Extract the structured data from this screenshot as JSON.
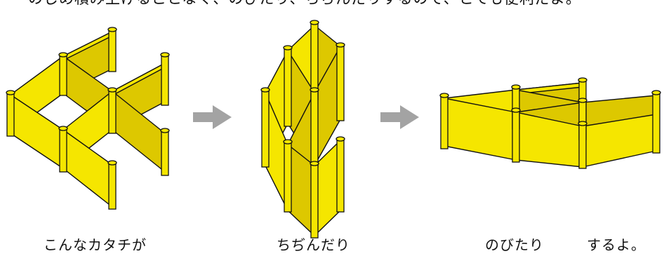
{
  "colors": {
    "panel": "#f5e600",
    "panel_shade": "#ddc800",
    "outline": "#111111",
    "arrow": "#a3a3a3"
  },
  "header": {
    "clipped_text": "のじめ積み上げることなく、のびたり、ちぢんだりするので、とても便利だよ。"
  },
  "captions": {
    "stage1": "こんなカタチが",
    "stage2": "ちぢんだり",
    "stage3": "のびたり",
    "stage4": "するよ。"
  }
}
